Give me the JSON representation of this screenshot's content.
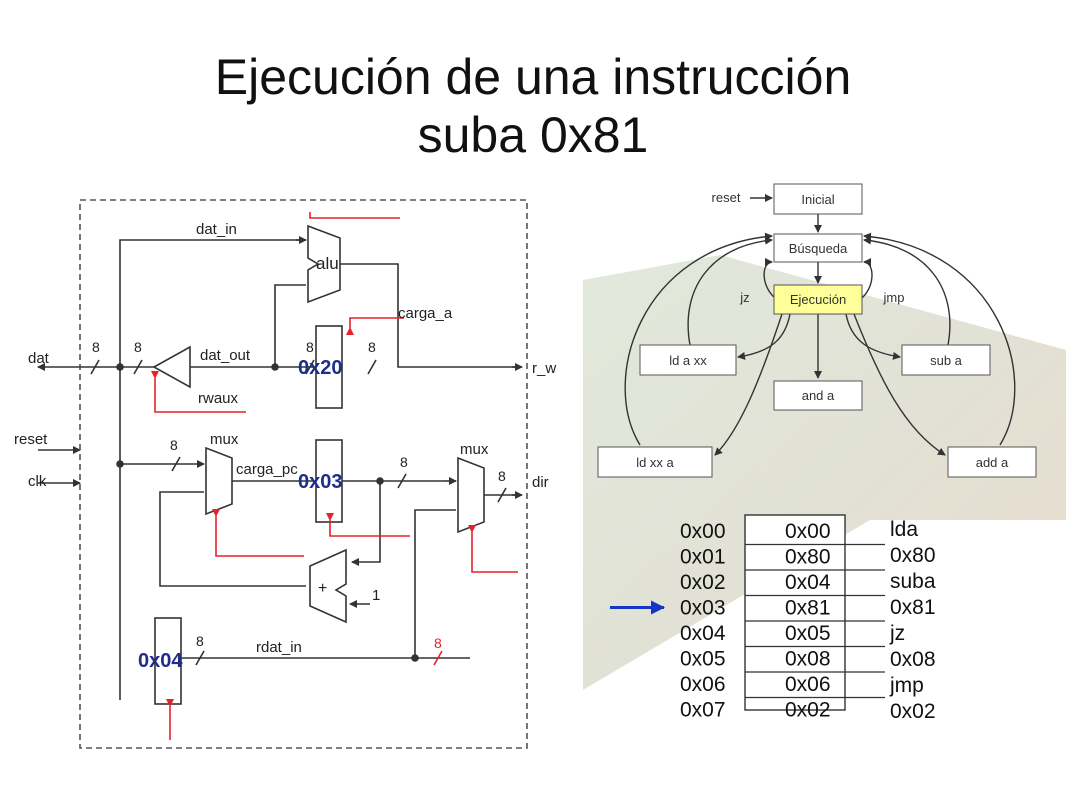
{
  "slide": {
    "title_line1": "Ejecución de una instrucción",
    "title_line2": "suba 0x81"
  },
  "datapath": {
    "labels": {
      "dat_in": "dat_in",
      "alu": "alu",
      "carga_a": "carga_a",
      "dat": "dat",
      "dat_out": "dat_out",
      "rwaux": "rwaux",
      "r_w": "r_w",
      "reset": "reset",
      "clk": "clk",
      "mux1": "mux",
      "mux2": "mux",
      "carga_pc": "carga_pc",
      "dir": "dir",
      "rdat_in": "rdat_in",
      "plus": "+",
      "one": "1"
    },
    "bus_widths": [
      "8",
      "8",
      "8",
      "8",
      "8",
      "8",
      "8",
      "8"
    ],
    "register_values": {
      "a": "0x20",
      "pc": "0x03",
      "rdat": "0x04"
    }
  },
  "fsm": {
    "states": {
      "inicial": "Inicial",
      "busqueda": "Búsqueda",
      "ejecucion": "Ejecución",
      "lda": "ld a xx",
      "suba": "sub a",
      "anda": "and a",
      "ldxx": "ld xx a",
      "adda": "add a"
    },
    "edge_labels": {
      "reset": "reset",
      "jz": "jz",
      "jmp": "jmp"
    },
    "colors": {
      "state_fill": "#ffffff",
      "active_fill": "#ffff99"
    }
  },
  "memory": {
    "rows": [
      {
        "addr": "0x00",
        "value": "0x00"
      },
      {
        "addr": "0x01",
        "value": "0x80"
      },
      {
        "addr": "0x02",
        "value": "0x04"
      },
      {
        "addr": "0x03",
        "value": "0x81"
      },
      {
        "addr": "0x04",
        "value": "0x05"
      },
      {
        "addr": "0x05",
        "value": "0x08"
      },
      {
        "addr": "0x06",
        "value": "0x06"
      },
      {
        "addr": "0x07",
        "value": "0x02"
      }
    ],
    "decoded": [
      "lda",
      "0x80",
      "suba",
      "0x81",
      "jz",
      "0x08",
      "jmp",
      "0x02"
    ],
    "pointer_row": 3
  },
  "colors": {
    "value_text": "#1f2d8c",
    "control": "#e8202a",
    "pointer": "#1436c8",
    "wire": "#333333"
  }
}
